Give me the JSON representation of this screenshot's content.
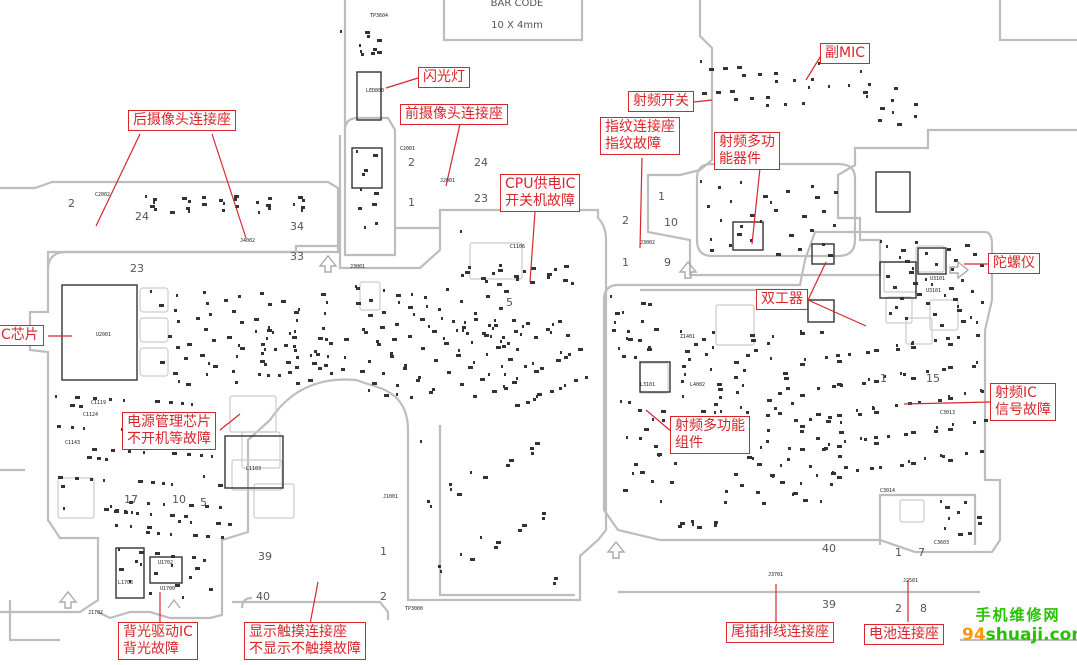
{
  "barcode": {
    "line1": "BAR CODE",
    "line2": "10 X 4mm"
  },
  "labels": [
    {
      "id": "flash",
      "lines": [
        "闪光灯"
      ]
    },
    {
      "id": "rear-cam",
      "lines": [
        "后摄像头连接座"
      ]
    },
    {
      "id": "front-cam",
      "lines": [
        "前摄像头连接座"
      ]
    },
    {
      "id": "rf-switch",
      "lines": [
        "射频开关"
      ]
    },
    {
      "id": "sub-mic",
      "lines": [
        "副MIC"
      ]
    },
    {
      "id": "fingerprint",
      "lines": [
        "指纹连接座",
        "指纹故障"
      ]
    },
    {
      "id": "rf-multi-top",
      "lines": [
        "射频多功",
        "能器件"
      ]
    },
    {
      "id": "cpu-power",
      "lines": [
        "CPU供电IC",
        "开关机故障"
      ]
    },
    {
      "id": "gyro",
      "lines": [
        "陀螺仪"
      ]
    },
    {
      "id": "duplexer",
      "lines": [
        "双工器"
      ]
    },
    {
      "id": "chip-left",
      "lines": [
        "C芯片"
      ]
    },
    {
      "id": "rf-ic",
      "lines": [
        "射频IC",
        "信号故障"
      ]
    },
    {
      "id": "pmic",
      "lines": [
        "电源管理芯片",
        "不开机等故障"
      ]
    },
    {
      "id": "rf-multi-mid",
      "lines": [
        "射频多功能",
        "组件"
      ]
    },
    {
      "id": "backlight",
      "lines": [
        "背光驱动IC",
        "背光故障"
      ]
    },
    {
      "id": "touch-conn",
      "lines": [
        "显示触摸连接座",
        "不显示不触摸故障"
      ]
    },
    {
      "id": "tail-conn",
      "lines": [
        "尾插排线连接座"
      ]
    },
    {
      "id": "battery-conn",
      "lines": [
        "电池连接座"
      ]
    }
  ],
  "connector_pins": [
    "24",
    "2",
    "34",
    "33",
    "1",
    "2",
    "24",
    "23",
    "1",
    "10",
    "2",
    "9",
    "1",
    "40",
    "1",
    "7",
    "39",
    "2",
    "8",
    "39",
    "40",
    "2",
    "1",
    "23",
    "17",
    "5",
    "10",
    "15",
    "1",
    "5"
  ],
  "refdes": [
    "TP3604",
    "LED800",
    "J2001",
    "J3001",
    "J4002",
    "C2002",
    "U2001",
    "L1103",
    "C1143",
    "J3002",
    "J1702",
    "U1700",
    "C2001",
    "C1106",
    "L1703",
    "J2501",
    "J3701",
    "TP3000",
    "Z1401",
    "U3101",
    "C1124",
    "L3101",
    "J1001",
    "C1119",
    "C3014",
    "C3603",
    "U3101",
    "U1702",
    "L4002",
    "C3013"
  ],
  "watermark": {
    "line1": "手机维修网",
    "prefix": "94",
    "domain": "shuaji.com"
  }
}
